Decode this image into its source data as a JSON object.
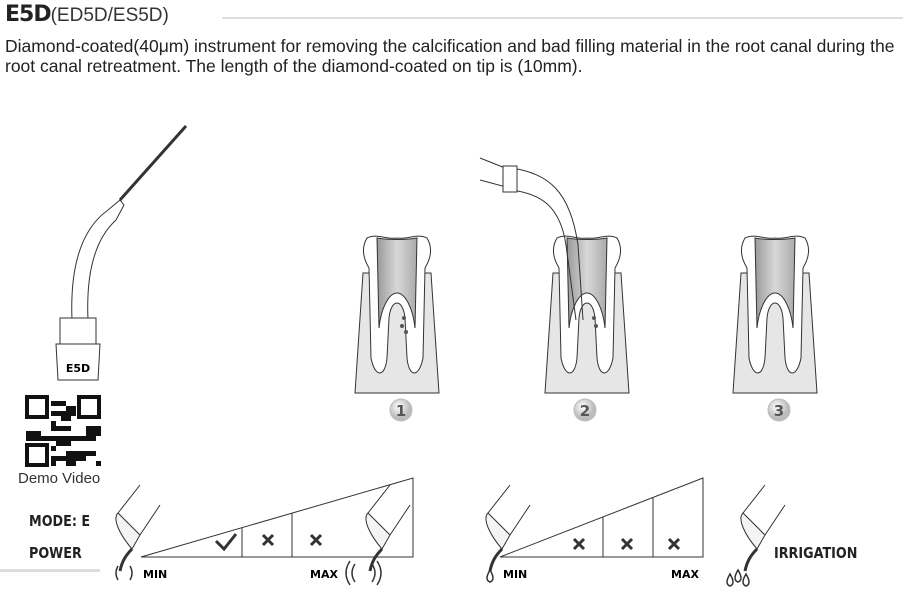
{
  "header": {
    "model": "E5D",
    "variants": "(ED5D/ES5D)"
  },
  "description": "Diamond-coated(40μm) instrument for removing the calcification and bad filling material in the root canal during the root canal retreatment. The length of the diamond-coated on tip is (10mm).",
  "tip_label": "E5D",
  "qr_caption": "Demo Video",
  "steps": [
    "1",
    "2",
    "3"
  ],
  "mode_label": "MODE: E",
  "power": {
    "label": "POWER",
    "min": "MIN",
    "max": "MAX",
    "levels": [
      "check",
      "cross",
      "cross"
    ]
  },
  "irrigation": {
    "label": "IRRIGATION",
    "min": "MIN",
    "max": "MAX",
    "levels": [
      "cross",
      "cross",
      "cross"
    ]
  }
}
